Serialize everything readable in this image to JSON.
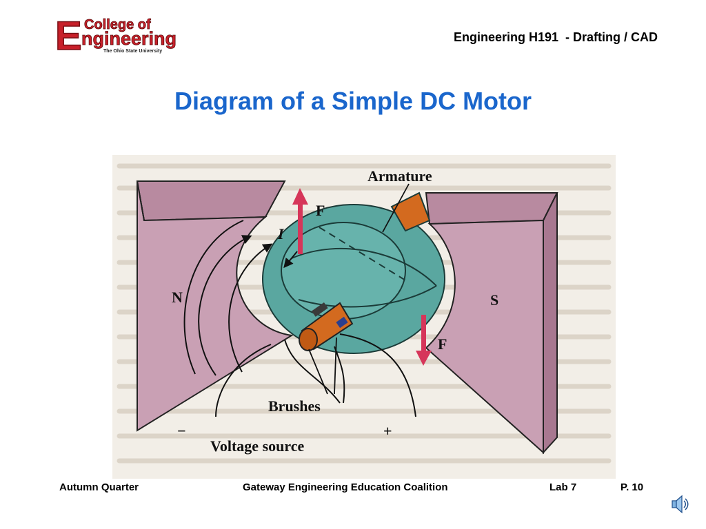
{
  "header": {
    "logo": {
      "big_e": "E",
      "college_text": "College of",
      "engineering_text": "ngineering",
      "university_text": "The Ohio State University"
    },
    "course_title": "Engineering H191  - Drafting / CAD"
  },
  "slide": {
    "title": "Diagram of a Simple DC Motor"
  },
  "diagram": {
    "labels": {
      "armature": "Armature",
      "force_top": "F",
      "current": "I",
      "north_pole": "N",
      "south_pole": "S",
      "force_bottom": "F",
      "brushes": "Brushes",
      "minus": "−",
      "plus": "+",
      "voltage_source": "Voltage source"
    },
    "colors": {
      "magnet": "#c9a0b4",
      "magnet_dark": "#a87890",
      "armature": "#5aa7a0",
      "commutator": "#d36a1f",
      "force_arrow": "#d6365a",
      "background_paper": "#f2eee7"
    }
  },
  "footer": {
    "quarter": "Autumn Quarter",
    "coalition": "Gateway Engineering Education Coalition",
    "lab": "Lab 7",
    "page": "P. 10"
  }
}
